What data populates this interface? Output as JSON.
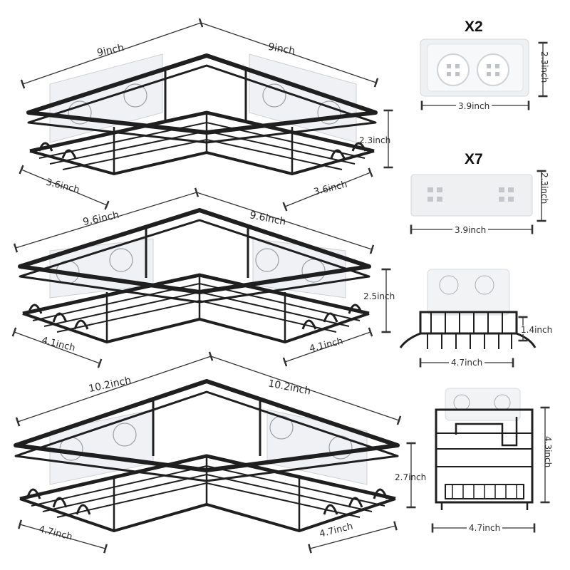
{
  "accessories": {
    "hook_qty": "X2",
    "hook_height": "2.3inch",
    "hook_width": "3.9inch",
    "pad_qty": "X7",
    "pad_height": "2.3inch",
    "pad_width": "3.9inch",
    "soap_height": "1.4inch",
    "soap_width": "4.7inch",
    "holder_height": "4.3inch",
    "holder_width": "4.7inch"
  },
  "shelves": [
    {
      "top_left": "9inch",
      "top_right": "9inch",
      "height": "2.3inch",
      "depth_left": "3.6inch",
      "depth_right": "3.6inch"
    },
    {
      "top_left": "9.6inch",
      "top_right": "9.6inch",
      "height": "2.5inch",
      "depth_left": "4.1inch",
      "depth_right": "4.1inch"
    },
    {
      "top_left": "10.2inch",
      "top_right": "10.2inch",
      "height": "2.7inch",
      "depth_left": "4.7inch",
      "depth_right": "4.7inch"
    }
  ],
  "colors": {
    "metal": "#1f1f1f",
    "dimension_line": "#333333",
    "pad": "#eef0f2",
    "background": "#ffffff"
  }
}
